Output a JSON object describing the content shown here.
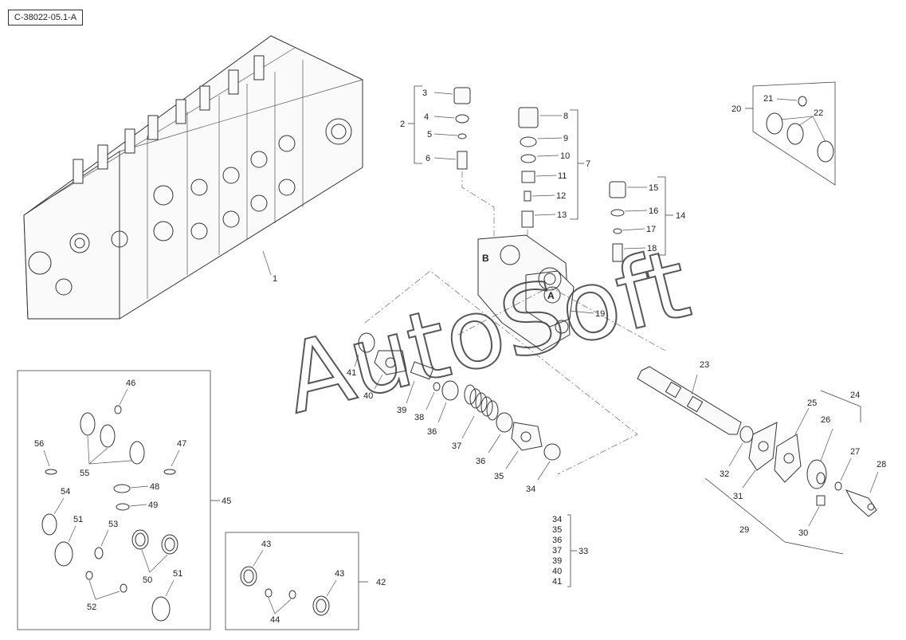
{
  "figure_code": "C-38022-05.1-A",
  "watermark": "AutoSoft",
  "port_labels": {
    "a": "A",
    "b": "B"
  },
  "callouts": {
    "c1": "1",
    "c2": "2",
    "c3": "3",
    "c4": "4",
    "c5": "5",
    "c6": "6",
    "c7": "7",
    "c8": "8",
    "c9": "9",
    "c10": "10",
    "c11": "11",
    "c12": "12",
    "c13": "13",
    "c14": "14",
    "c15": "15",
    "c16": "16",
    "c17": "17",
    "c18": "18",
    "c19": "19",
    "c20": "20",
    "c21": "21",
    "c22": "22",
    "c23": "23",
    "c24": "24",
    "c25": "25",
    "c26": "26",
    "c27": "27",
    "c28": "28",
    "c29": "29",
    "c30": "30",
    "c31": "31",
    "c32": "32",
    "c33": "33",
    "c34": "34",
    "c35": "35",
    "c36a": "36",
    "c36b": "36",
    "c37": "37",
    "c38": "38",
    "c39": "39",
    "c40": "40",
    "c41": "41",
    "c42": "42",
    "c43a": "43",
    "c43b": "43",
    "c44": "44",
    "c45": "45",
    "c46": "46",
    "c47": "47",
    "c48": "48",
    "c49": "49",
    "c50": "50",
    "c51a": "51",
    "c51b": "51",
    "c52": "52",
    "c53": "53",
    "c54": "54",
    "c55": "55",
    "c56": "56"
  },
  "kit_33_list": [
    "34",
    "35",
    "36",
    "37",
    "39",
    "40",
    "41"
  ]
}
